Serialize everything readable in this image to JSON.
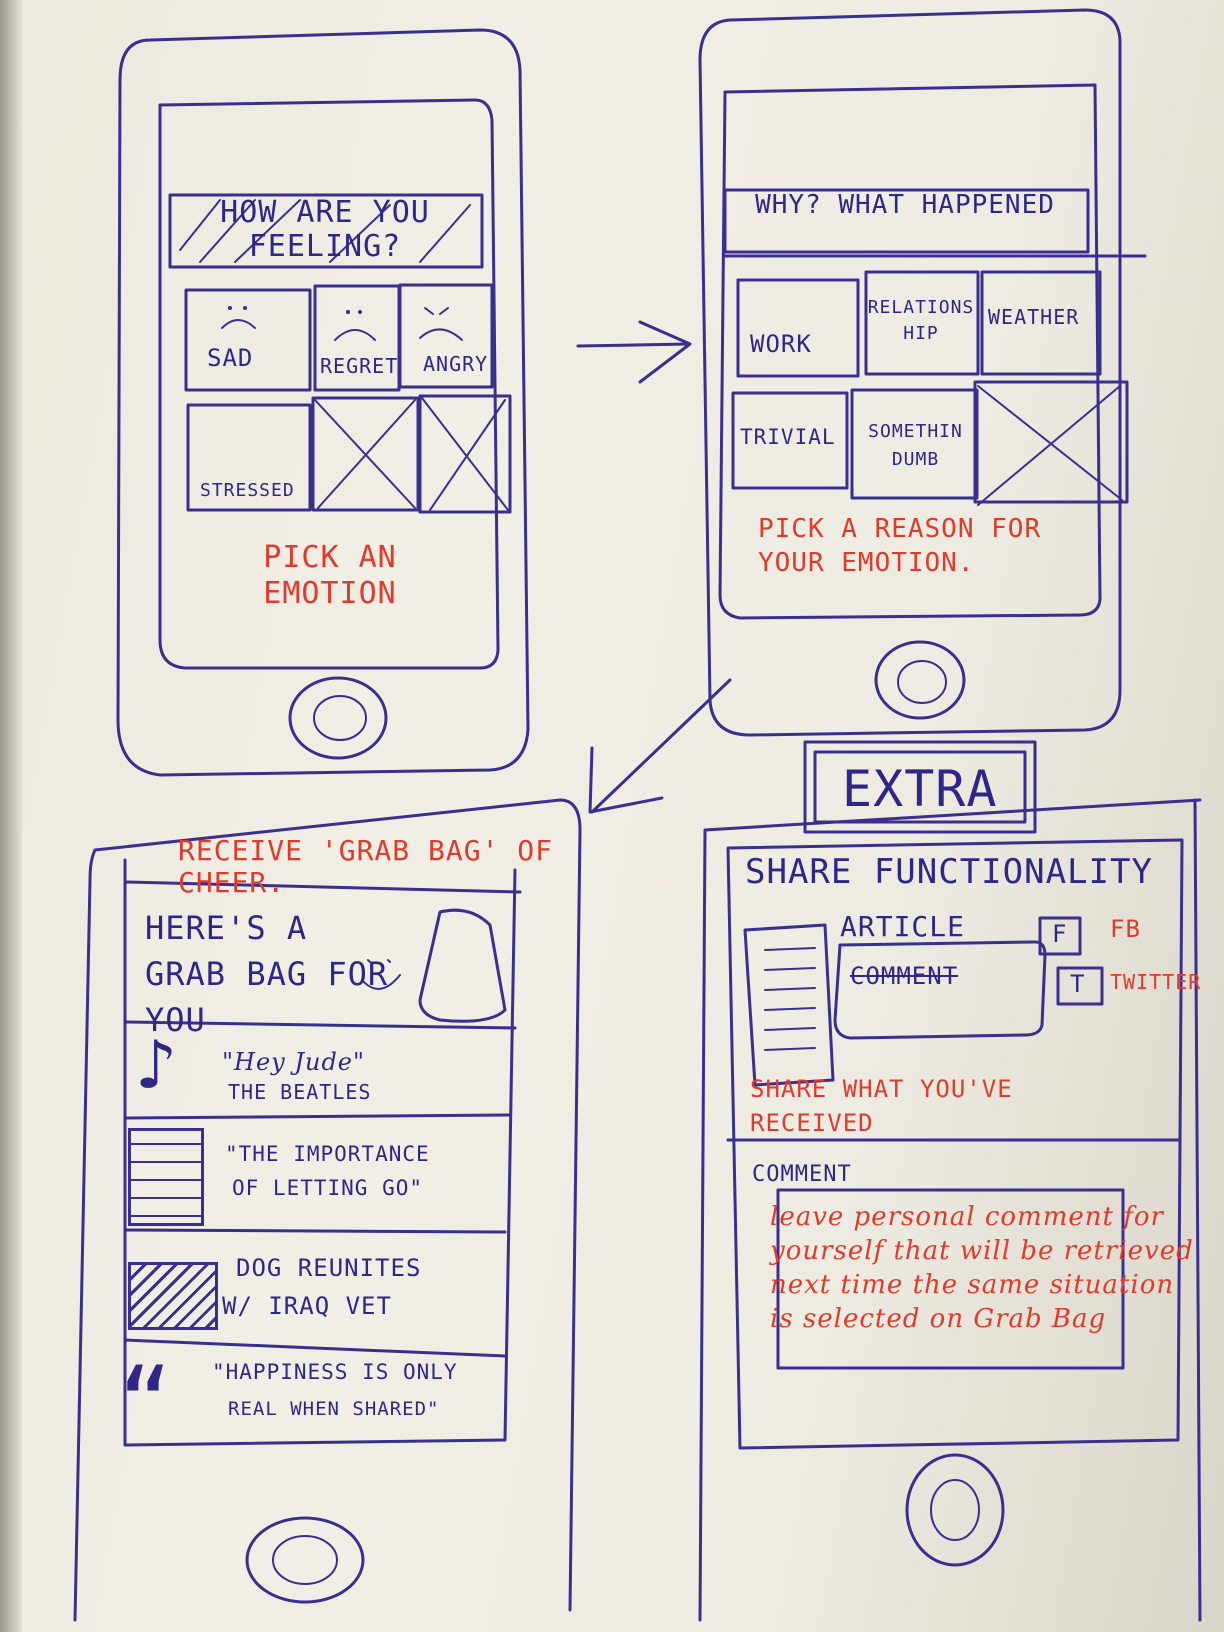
{
  "screen1": {
    "header": "HOW ARE YOU FEELING?",
    "emotions": [
      "SAD",
      "REGRET",
      "ANGRY",
      "STRESSED"
    ],
    "instruction": "PICK AN EMOTION"
  },
  "screen2": {
    "header": "WHY? WHAT HAPPENED",
    "reasons": [
      "WORK",
      "RELATIONSHIP",
      "WEATHER",
      "TRIVIAL",
      "SOMETHIN DUMB"
    ],
    "instruction": "PICK A REASON FOR YOUR EMOTION."
  },
  "screen3": {
    "annotation": "RECEIVE 'GRAB BAG' OF CHEER.",
    "heading": "HERE'S A GRAB BAG FOR YOU",
    "items": [
      {
        "icon": "music-note-icon",
        "line1": "\"Hey Jude\"",
        "line2": "THE BEATLES"
      },
      {
        "icon": "article-icon",
        "line1": "\"THE IMPORTANCE",
        "line2": "OF LETTING GO\""
      },
      {
        "icon": "tv-icon",
        "line1": "DOG REUNITES",
        "line2": "W/ IRAQ VET"
      },
      {
        "icon": "quote-icon",
        "line1": "\"HAPPINESS IS ONLY",
        "line2": "REAL WHEN SHARED\""
      }
    ]
  },
  "screen4": {
    "badge": "EXTRA",
    "title": "SHARE FUNCTIONALITY",
    "article_label": "ARTICLE",
    "comment_box_label": "COMMENT",
    "fb_key": "F",
    "fb_label": "FB",
    "twitter_key": "T",
    "twitter_label": "TWITTER",
    "share_note": "SHARE WHAT YOU'VE RECEIVED",
    "comment_label": "COMMENT",
    "comment_note": "leave personal comment for yourself that will be retrieved next time the same situation is selected on Grab Bag"
  }
}
